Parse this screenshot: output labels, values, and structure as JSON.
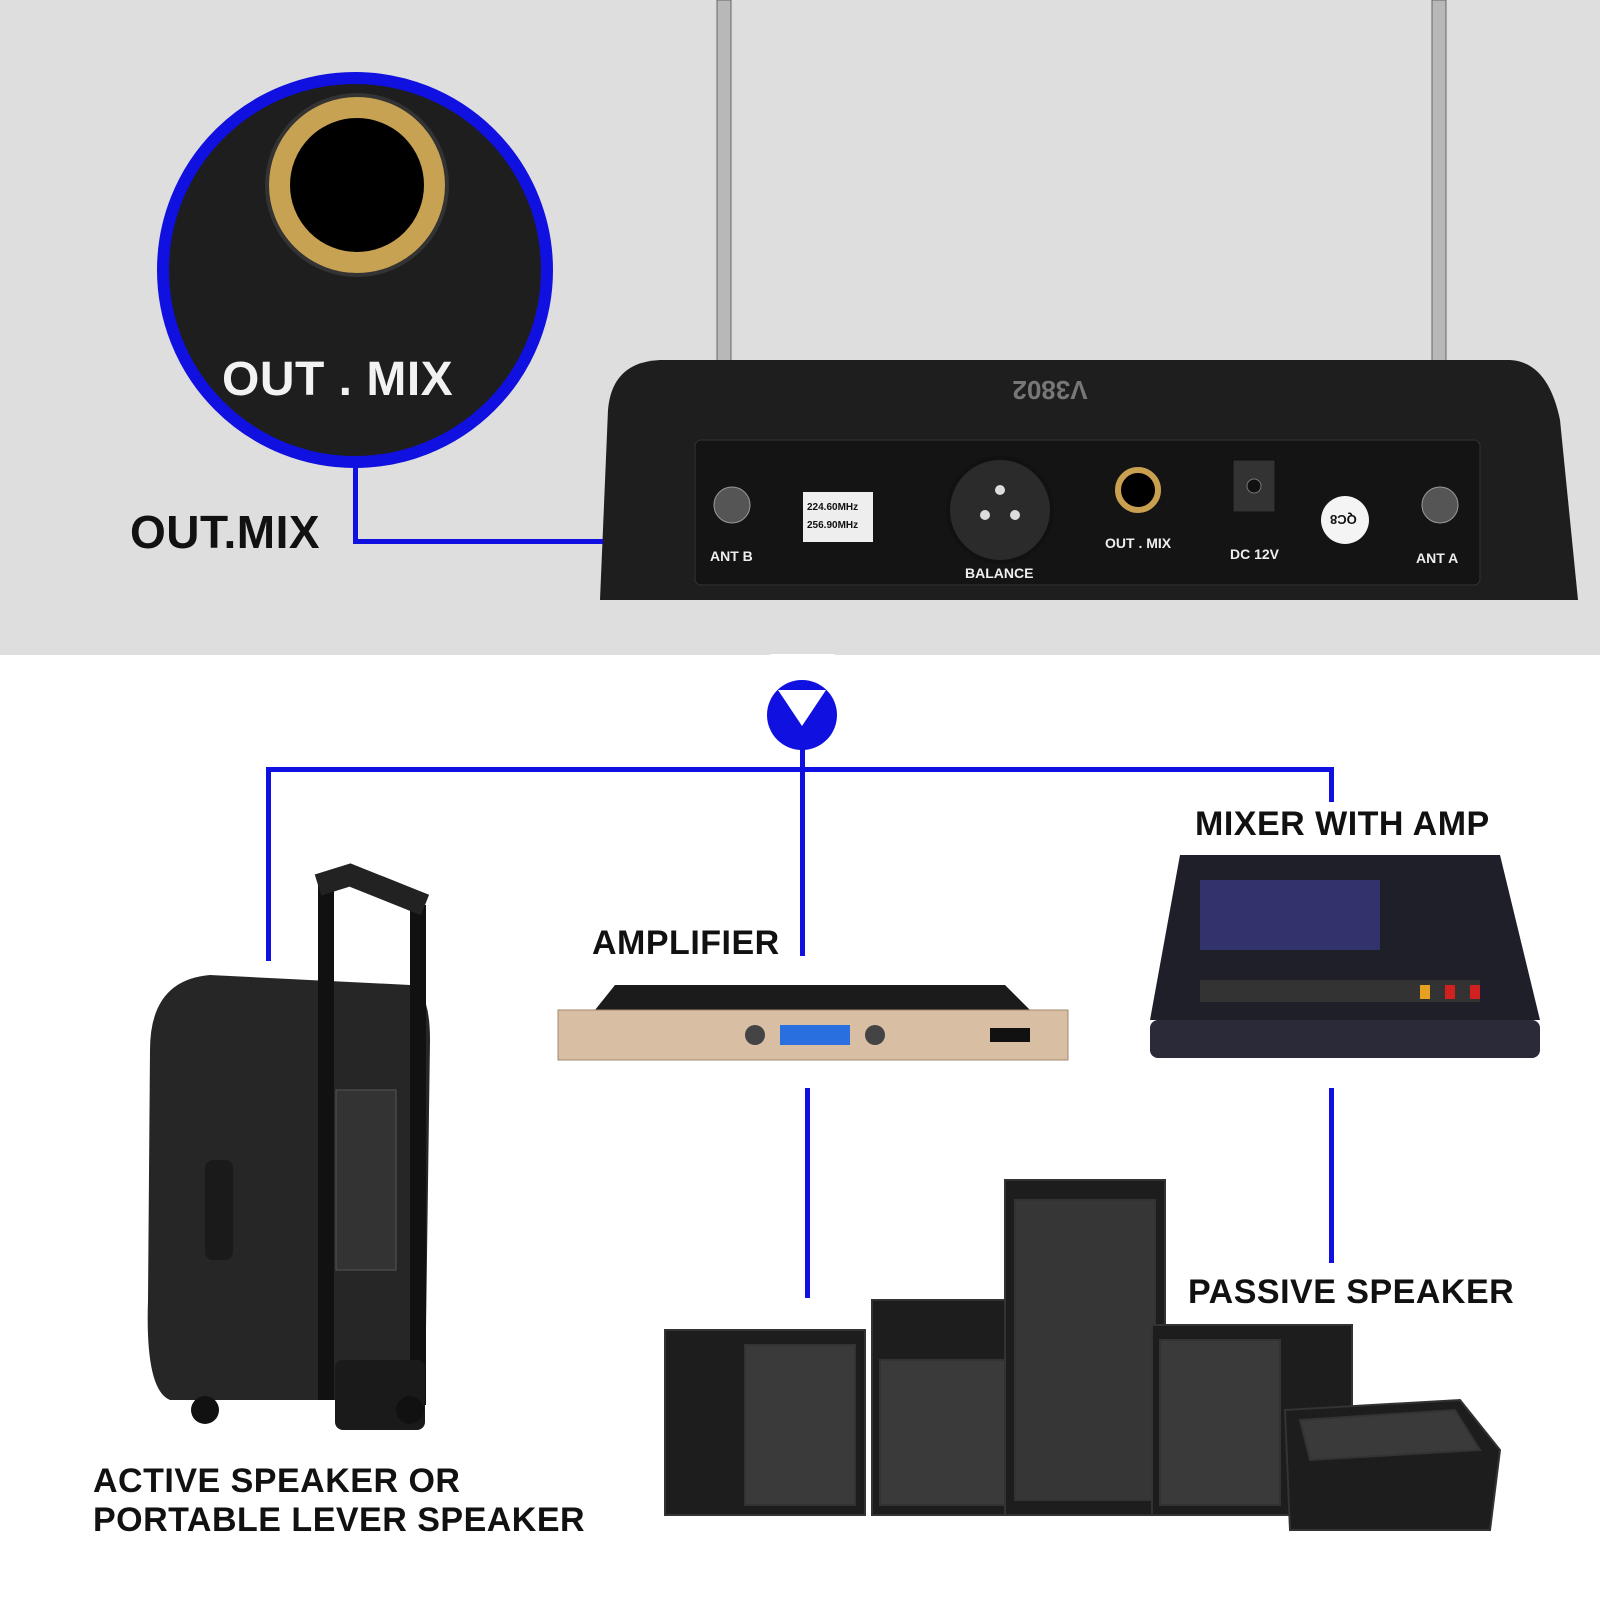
{
  "colors": {
    "accent": "#1010e0",
    "top_bg": "#dedede",
    "device": "#1c1c1c"
  },
  "callout": {
    "zoom_label": "OUT . MIX",
    "side_label": "OUT.MIX"
  },
  "receiver": {
    "ant_b": "ANT B",
    "ant_a": "ANT A",
    "freq1": "224.60MHz",
    "freq2": "256.90MHz",
    "balance": "BALANCE",
    "out_mix": "OUT . MIX",
    "dc": "DC 12V",
    "badge": "QC8"
  },
  "labels": {
    "amplifier": "AMPLIFIER",
    "mixer": "MIXER WITH AMP",
    "passive": "PASSIVE SPEAKER",
    "active_line1": "ACTIVE SPEAKER OR",
    "active_line2": "PORTABLE LEVER SPEAKER"
  }
}
